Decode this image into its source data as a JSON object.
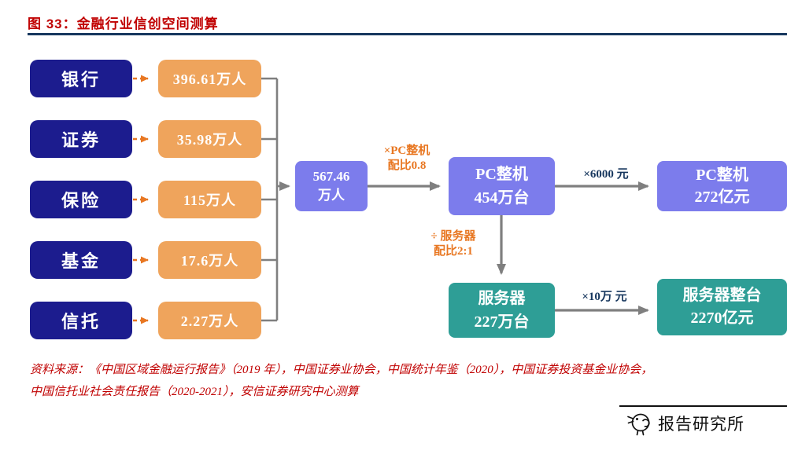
{
  "title": "图 33：金融行业信创空间测算",
  "flow": {
    "categories": [
      {
        "label": "银行",
        "value": "396.61万人"
      },
      {
        "label": "证券",
        "value": "35.98万人"
      },
      {
        "label": "保险",
        "value": "115万人"
      },
      {
        "label": "基金",
        "value": "17.6万人"
      },
      {
        "label": "信托",
        "value": "2.27万人"
      }
    ],
    "total": {
      "line1": "567.46",
      "line2": "万人"
    },
    "pc_units": {
      "line1": "PC整机",
      "line2": "454万台"
    },
    "pc_value": {
      "line1": "PC整机",
      "line2": "272亿元"
    },
    "server_units": {
      "line1": "服务器",
      "line2": "227万台"
    },
    "server_value": {
      "line1": "服务器整台",
      "line2": "2270亿元"
    },
    "labels": {
      "pc_ratio_line1": "×PC整机",
      "pc_ratio_line2": "配比0.8",
      "pc_price": "×6000 元",
      "server_ratio_line1": "÷ 服务器",
      "server_ratio_line2": "配比2:1",
      "server_price": "×10万 元"
    }
  },
  "source": {
    "line1": "资料来源：《中国区域金融运行报告》（2019 年），中国证券业协会，中国统计年鉴（2020），中国证券投资基金业协会，",
    "line2": "中国信托业社会责任报告（2020-2021），安信证券研究中心测算"
  },
  "watermark": {
    "text": "报告研究所"
  },
  "colors": {
    "navy_box": "#1c1c8e",
    "orange_box": "#efa45c",
    "purple_box": "#7c7cec",
    "teal_box": "#2e9e96",
    "accent_orange": "#e87722",
    "title_red": "#c00000",
    "connector_gray": "#7f7f7f",
    "rule_navy": "#17375e"
  }
}
